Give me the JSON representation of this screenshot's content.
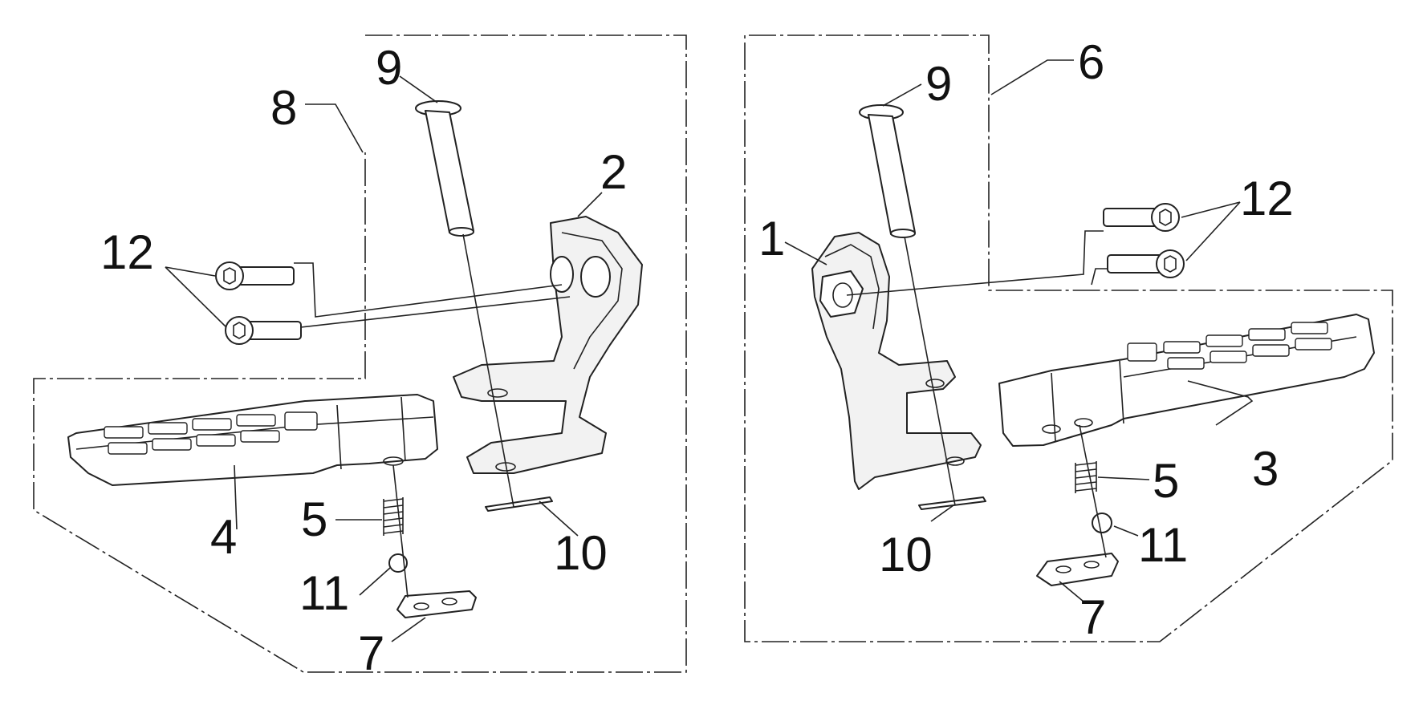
{
  "diagram": {
    "type": "exploded-parts-diagram",
    "colors": {
      "line": "#222222",
      "background": "#ffffff",
      "text": "#111111"
    },
    "callouts": {
      "left": {
        "c8": "8",
        "c9": "9",
        "c2": "2",
        "c12": "12",
        "c4": "4",
        "c5": "5",
        "c10": "10",
        "c11": "11",
        "c7": "7"
      },
      "right": {
        "c6": "6",
        "c9": "9",
        "c12": "12",
        "c1": "1",
        "c5": "5",
        "c3": "3",
        "c11": "11",
        "c10": "10",
        "c7": "7"
      }
    }
  }
}
